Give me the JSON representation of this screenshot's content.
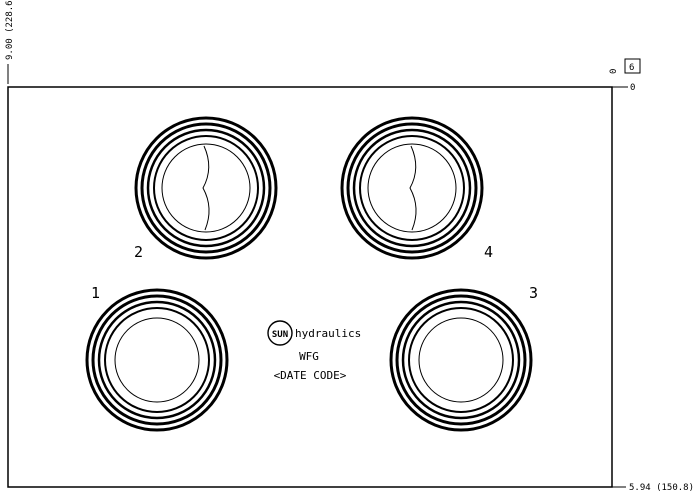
{
  "dimensions": {
    "left_top": "9.00 (228.6)",
    "top_zero_left": "0",
    "top_zero_right": "0",
    "box_label": "6",
    "bottom_right": "5.94 (150.8)"
  },
  "ports": [
    {
      "label": "1",
      "type": "open"
    },
    {
      "label": "2",
      "type": "plugged"
    },
    {
      "label": "3",
      "type": "open"
    },
    {
      "label": "4",
      "type": "plugged"
    }
  ],
  "marking": {
    "logo_text": "SUN",
    "brand": "hydraulics",
    "model": "WFG",
    "date_code": "<DATE CODE>"
  }
}
